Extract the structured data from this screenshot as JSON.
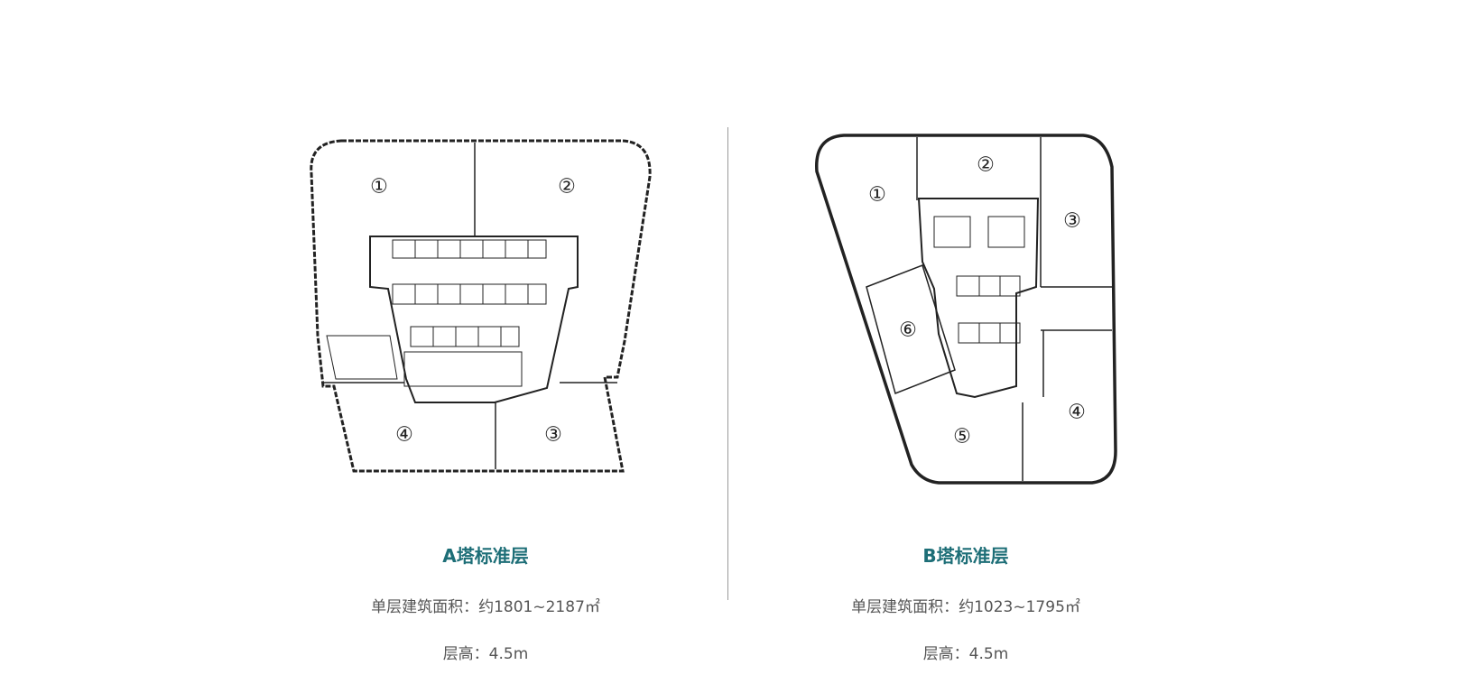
{
  "tower_a": {
    "title": "A塔标准层",
    "area": "单层建筑面积：约1801~2187㎡",
    "height": "层高：4.5m",
    "units": [
      "①",
      "②",
      "③",
      "④"
    ]
  },
  "tower_b": {
    "title": "B塔标准层",
    "area": "单层建筑面积：约1023~1795㎡",
    "height": "层高：4.5m",
    "units": [
      "①",
      "②",
      "③",
      "④",
      "⑤",
      "⑥"
    ]
  },
  "colors": {
    "title": "#1d6e77",
    "text": "#555555",
    "divider": "#9a9a9a"
  }
}
